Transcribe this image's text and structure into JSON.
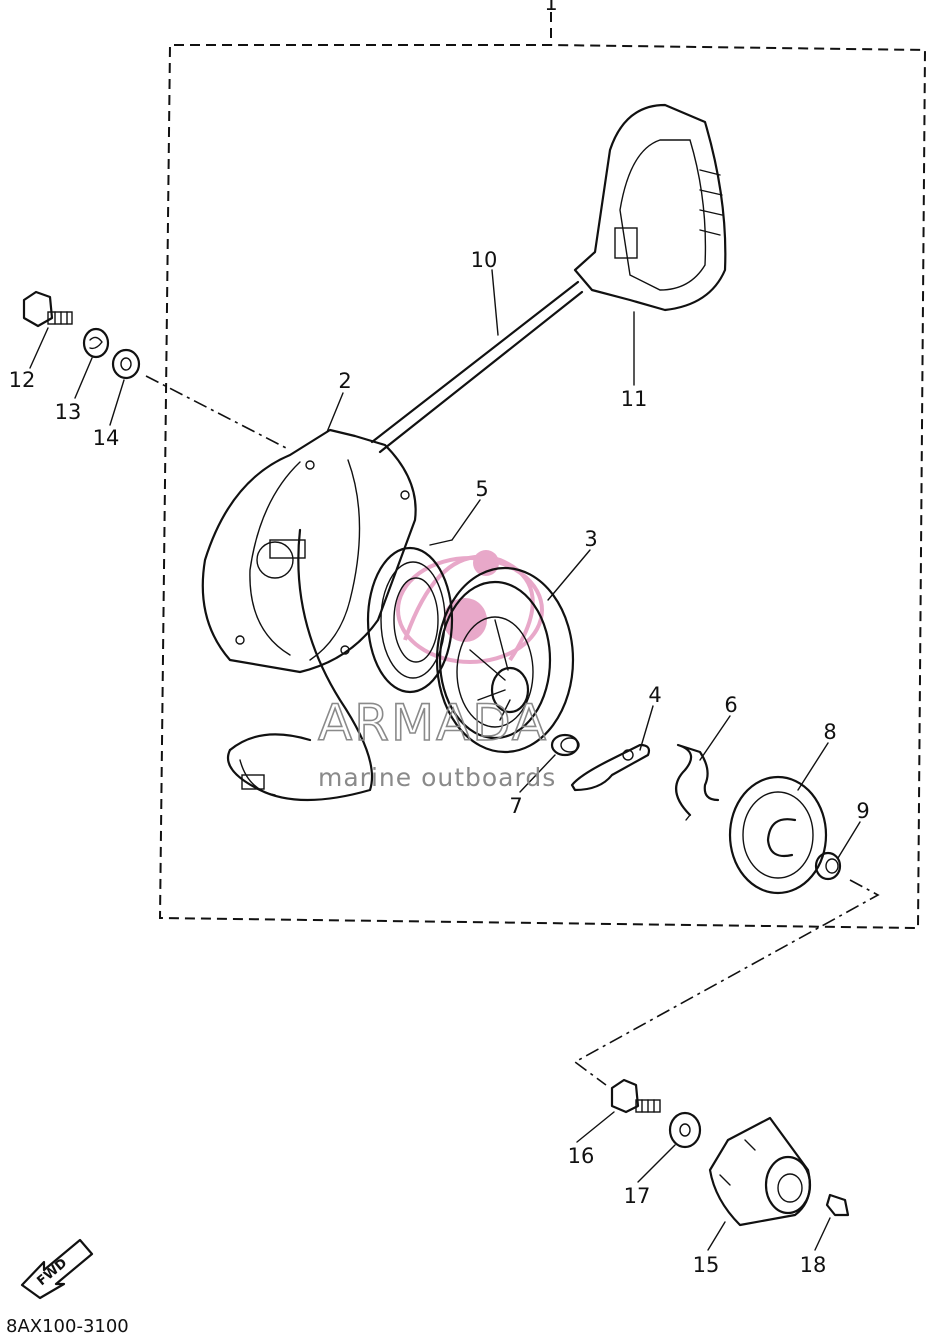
{
  "diagram_code": "8AX100-3100",
  "fwd_label": "FWD",
  "watermark": {
    "brand": "ARMADA",
    "tagline": "marine outboards"
  },
  "callouts": [
    {
      "id": "1",
      "label": "1"
    },
    {
      "id": "2",
      "label": "2"
    },
    {
      "id": "3",
      "label": "3"
    },
    {
      "id": "4",
      "label": "4"
    },
    {
      "id": "5",
      "label": "5"
    },
    {
      "id": "6",
      "label": "6"
    },
    {
      "id": "7",
      "label": "7"
    },
    {
      "id": "8",
      "label": "8"
    },
    {
      "id": "9",
      "label": "9"
    },
    {
      "id": "10",
      "label": "10"
    },
    {
      "id": "11",
      "label": "11"
    },
    {
      "id": "12",
      "label": "12"
    },
    {
      "id": "13",
      "label": "13"
    },
    {
      "id": "14",
      "label": "14"
    },
    {
      "id": "15",
      "label": "15"
    },
    {
      "id": "16",
      "label": "16"
    },
    {
      "id": "17",
      "label": "17"
    },
    {
      "id": "18",
      "label": "18"
    }
  ],
  "colors": {
    "line": "#111111",
    "watermark_logo": "#e49ac0",
    "watermark_text": "#8a8a8a"
  }
}
